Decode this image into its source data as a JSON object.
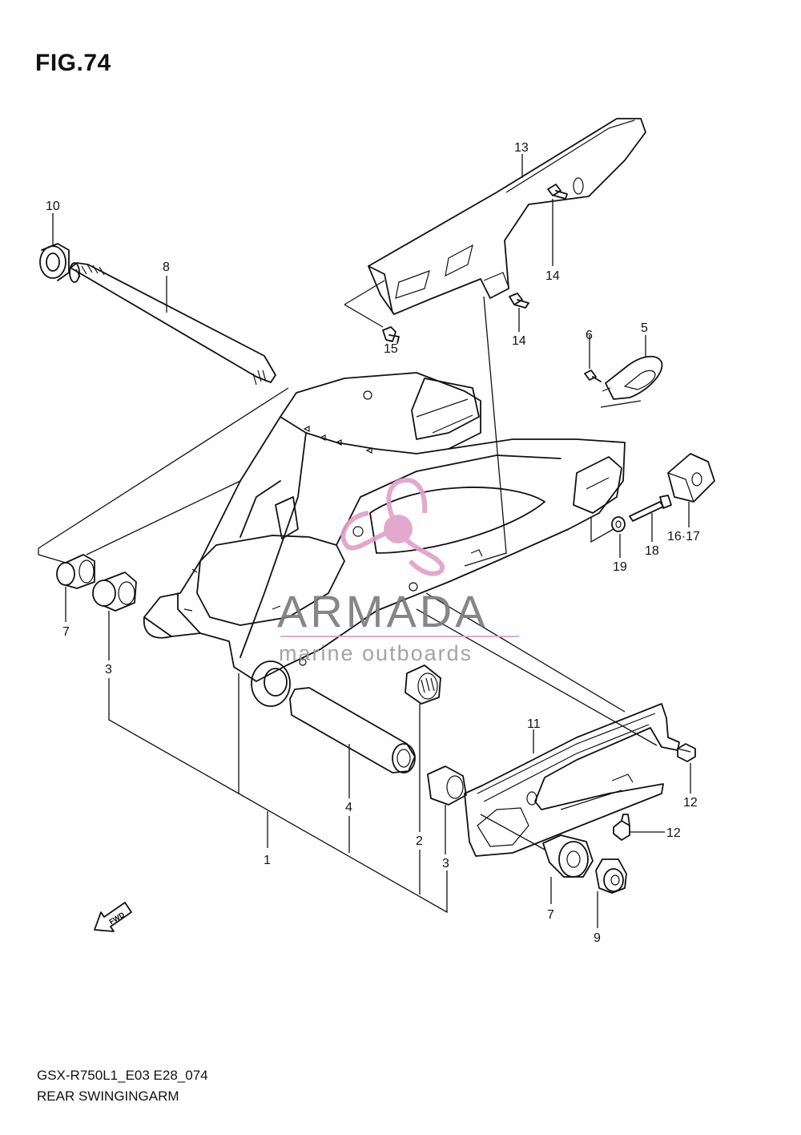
{
  "figure": {
    "title": "FIG.74"
  },
  "callouts": {
    "c1": "1",
    "c2": "2",
    "c3a": "3",
    "c3b": "3",
    "c4": "4",
    "c5": "5",
    "c6": "6",
    "c7a": "7",
    "c7b": "7",
    "c8": "8",
    "c9": "9",
    "c10": "10",
    "c11": "11",
    "c12a": "12",
    "c12b": "12",
    "c13": "13",
    "c14a": "14",
    "c14b": "14",
    "c15": "15",
    "c16_17": "16·17",
    "c18": "18",
    "c19": "19"
  },
  "fwd_label": "FWD",
  "watermark": {
    "brand": "ARMADA",
    "tagline": "marine outboards",
    "color_logo": "#e0a0c8",
    "color_text": "#7a7a7a",
    "color_tagline": "#9a9a9a"
  },
  "footer": {
    "model": "GSX-R750L1_E03 E28_074",
    "caption": "REAR SWINGINGARM"
  }
}
